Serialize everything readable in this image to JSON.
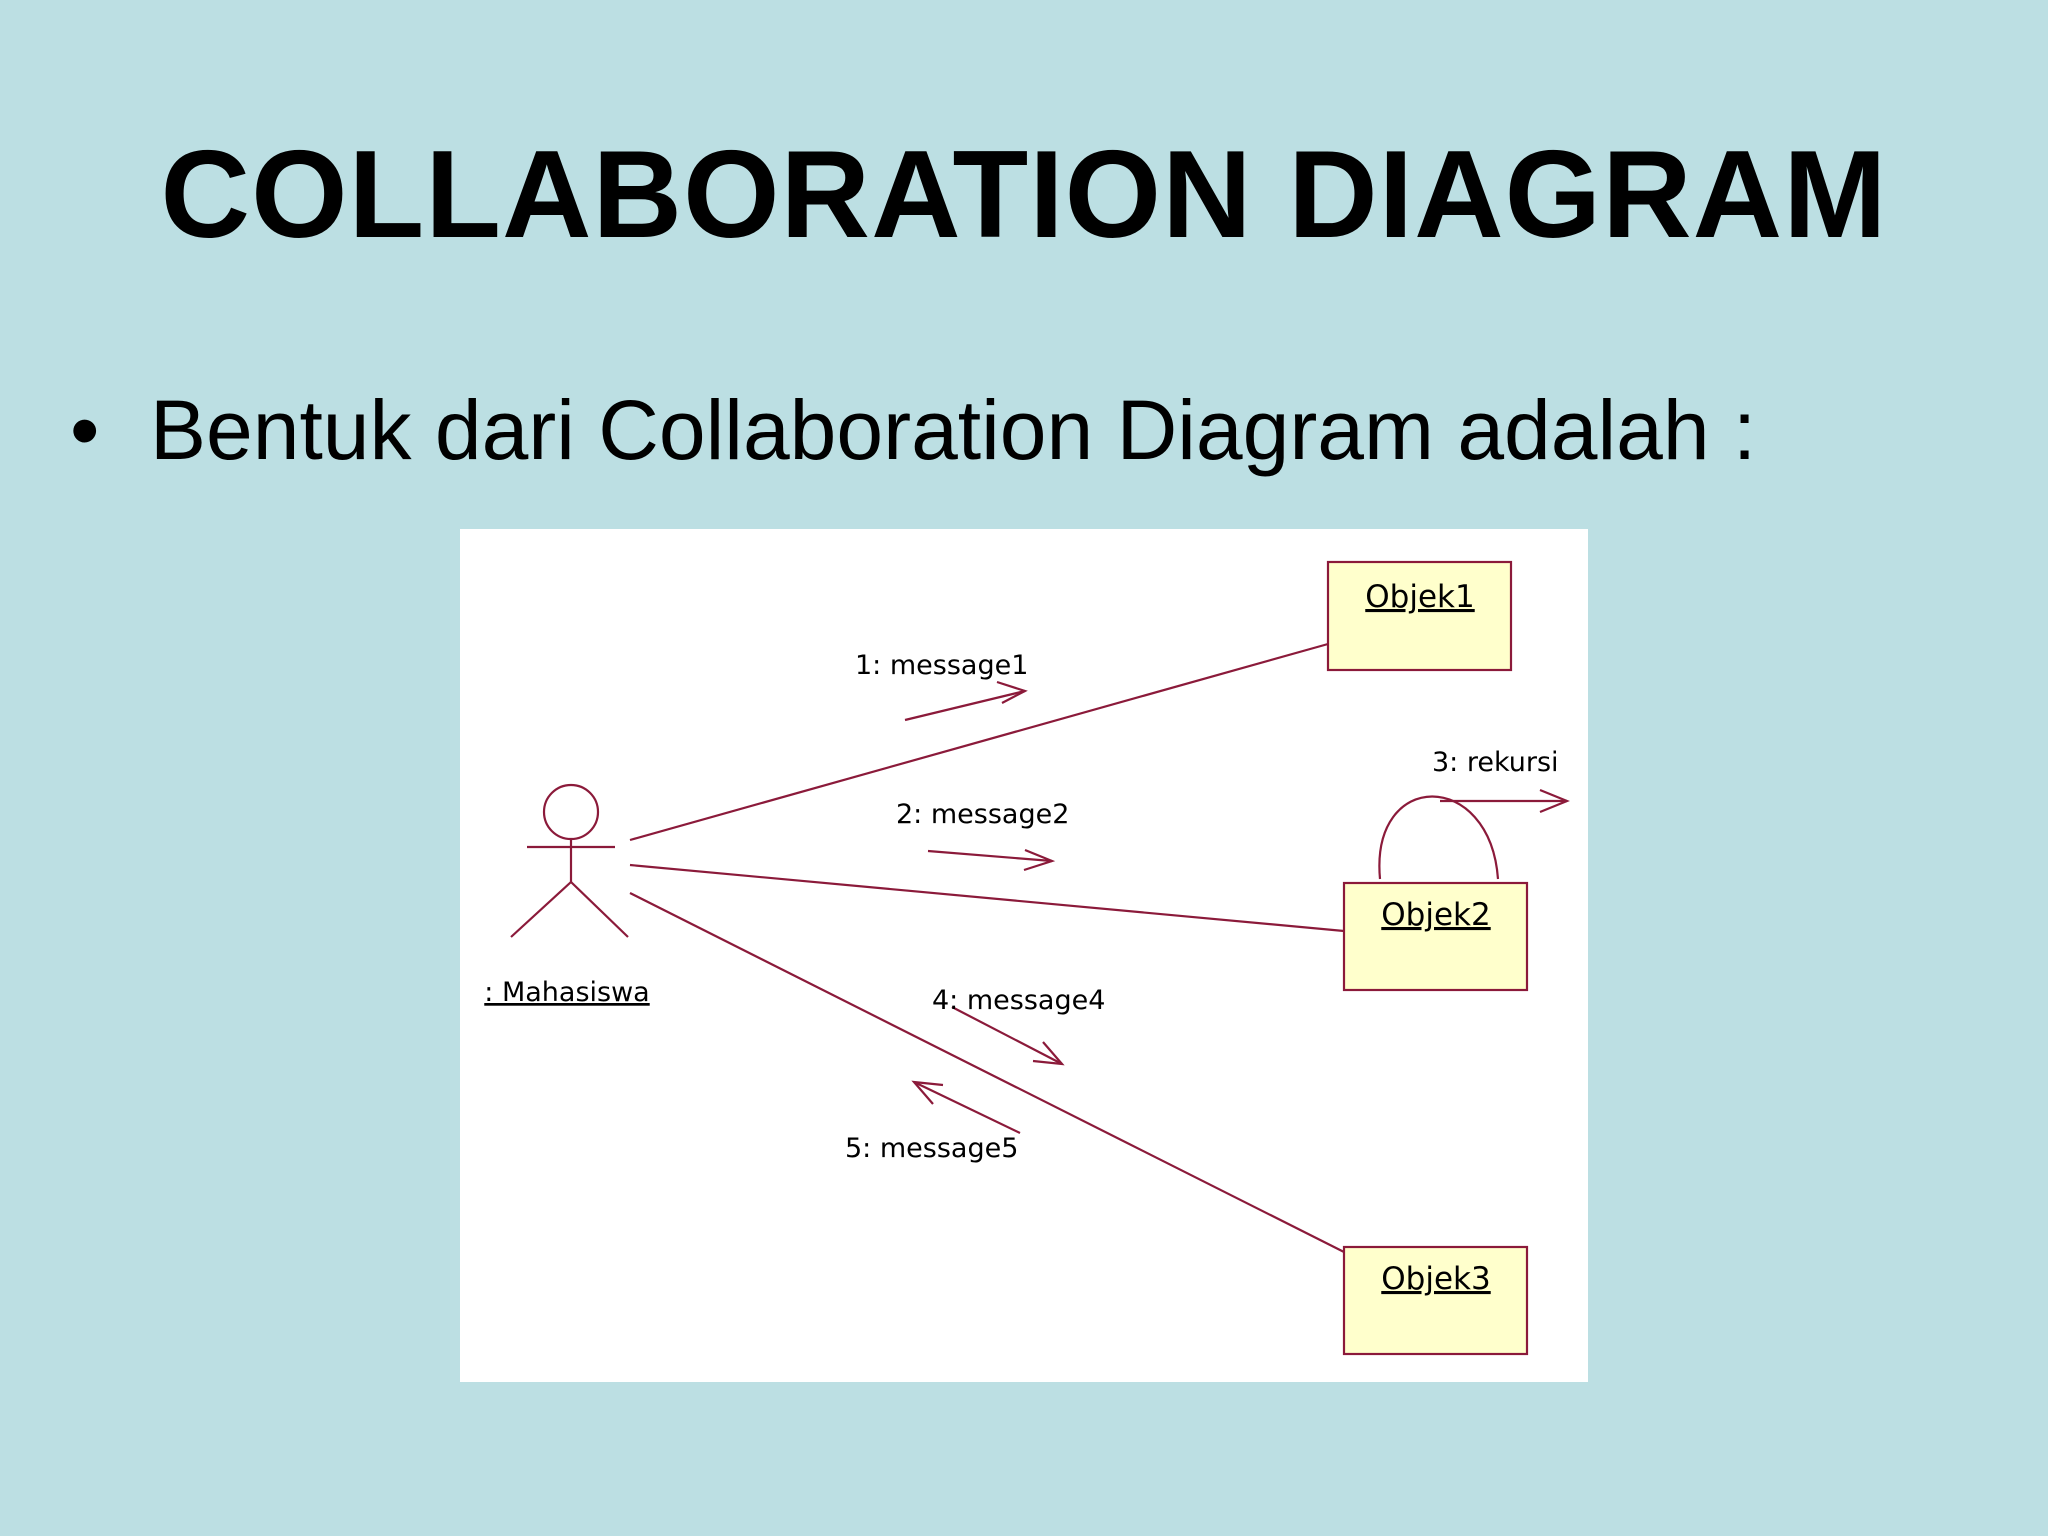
{
  "slide": {
    "title": "COLLABORATION DIAGRAM",
    "bullet_text": "Bentuk dari Collaboration Diagram adalah :",
    "bullet_glyph": "•"
  },
  "diagram": {
    "actor_label": ": Mahasiswa",
    "objects": [
      {
        "id": "objek1",
        "label": "Objek1"
      },
      {
        "id": "objek2",
        "label": "Objek2"
      },
      {
        "id": "objek3",
        "label": "Objek3"
      }
    ],
    "messages": [
      {
        "label": "1: message1",
        "from": "actor",
        "to": "objek1"
      },
      {
        "label": "2: message2",
        "from": "actor",
        "to": "objek2"
      },
      {
        "label": "3: rekursi",
        "from": "objek2",
        "to": "objek2"
      },
      {
        "label": "4: message4",
        "from": "actor",
        "to": "objek3"
      },
      {
        "label": "5: message5",
        "from": "objek3",
        "to": "actor"
      }
    ],
    "colors": {
      "line": "#8b1a3a",
      "object_fill": "#ffffcc",
      "panel_background": "#ffffff",
      "slide_background": "#bcdfe3"
    }
  }
}
